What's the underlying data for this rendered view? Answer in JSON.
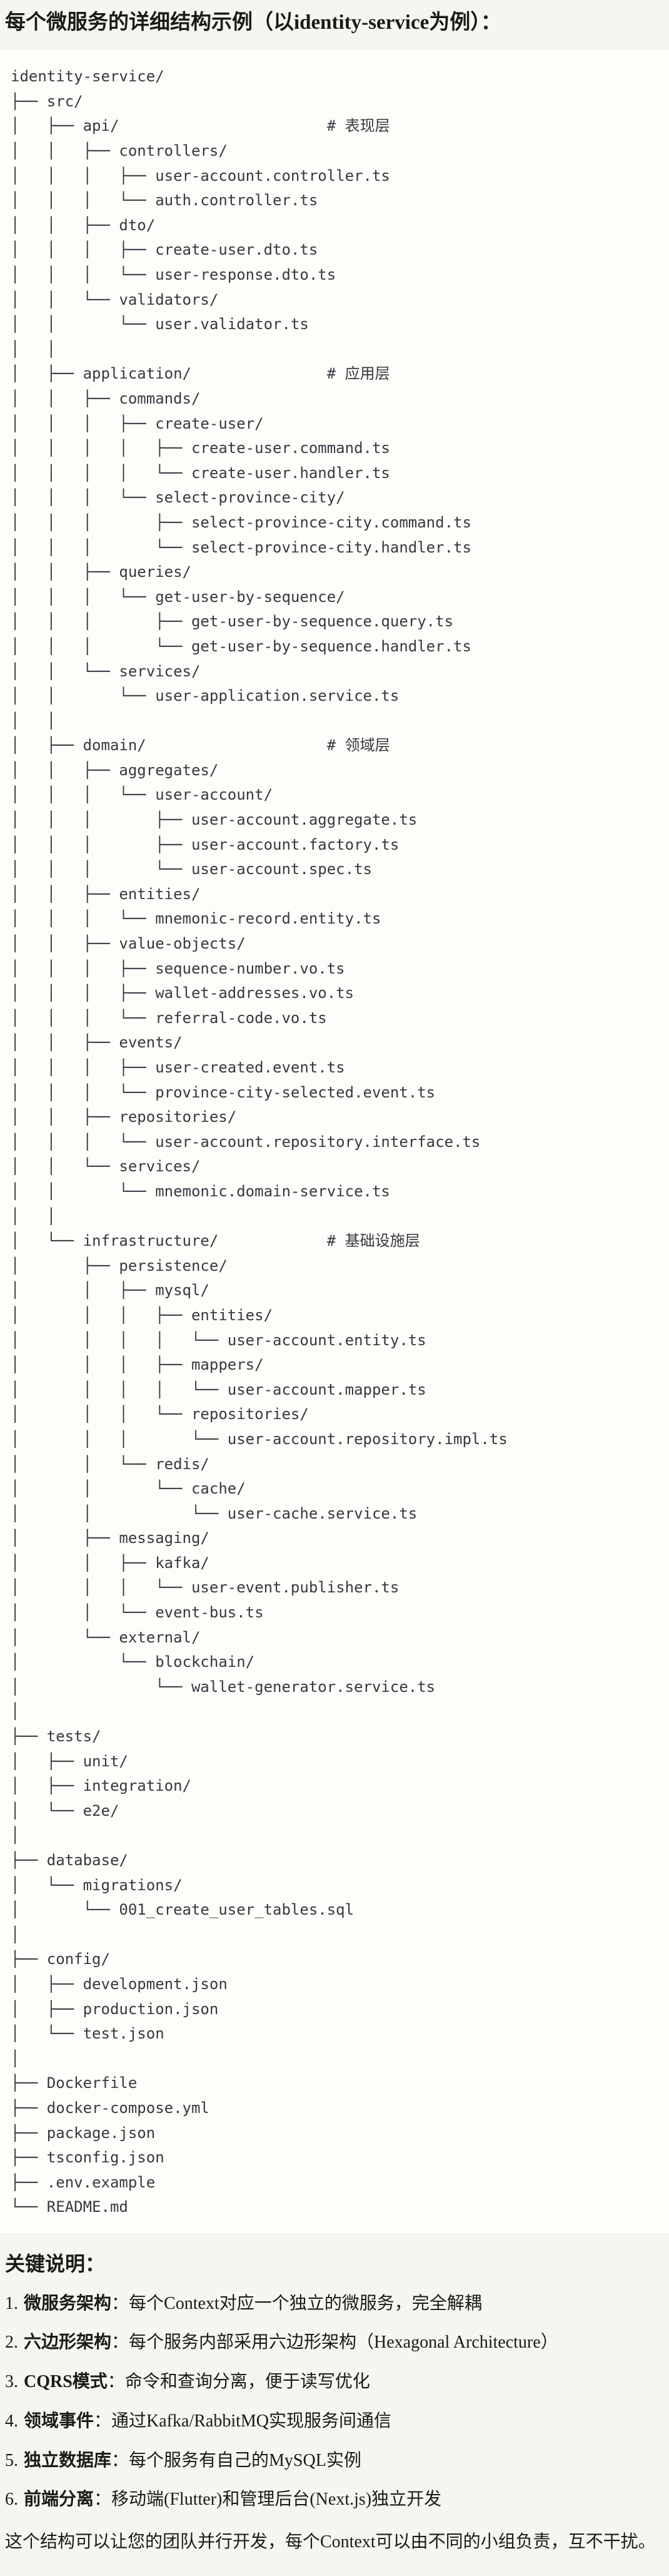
{
  "page": {
    "title": "每个微服务的详细结构示例（以identity-service为例）：",
    "colors": {
      "page_bg": "#f7f5ef",
      "code_bg": "#fdfdfa",
      "code_border": "#e6e4dd",
      "code_text": "#36393f",
      "text": "#1b1a15"
    }
  },
  "code_block": {
    "content_type": "directory-tree",
    "root": "identity-service/",
    "layer_comments": [
      "# 表现层",
      "# 应用层",
      "# 领域层",
      "# 基础设施层"
    ],
    "lines": [
      "identity-service/",
      "├── src/",
      "│   ├── api/                       # 表现层",
      "│   │   ├── controllers/",
      "│   │   │   ├── user-account.controller.ts",
      "│   │   │   └── auth.controller.ts",
      "│   │   ├── dto/",
      "│   │   │   ├── create-user.dto.ts",
      "│   │   │   └── user-response.dto.ts",
      "│   │   └── validators/",
      "│   │       └── user.validator.ts",
      "│   │",
      "│   ├── application/               # 应用层",
      "│   │   ├── commands/",
      "│   │   │   ├── create-user/",
      "│   │   │   │   ├── create-user.command.ts",
      "│   │   │   │   └── create-user.handler.ts",
      "│   │   │   └── select-province-city/",
      "│   │   │       ├── select-province-city.command.ts",
      "│   │   │       └── select-province-city.handler.ts",
      "│   │   ├── queries/",
      "│   │   │   └── get-user-by-sequence/",
      "│   │   │       ├── get-user-by-sequence.query.ts",
      "│   │   │       └── get-user-by-sequence.handler.ts",
      "│   │   └── services/",
      "│   │       └── user-application.service.ts",
      "│   │",
      "│   ├── domain/                    # 领域层",
      "│   │   ├── aggregates/",
      "│   │   │   └── user-account/",
      "│   │   │       ├── user-account.aggregate.ts",
      "│   │   │       ├── user-account.factory.ts",
      "│   │   │       └── user-account.spec.ts",
      "│   │   ├── entities/",
      "│   │   │   └── mnemonic-record.entity.ts",
      "│   │   ├── value-objects/",
      "│   │   │   ├── sequence-number.vo.ts",
      "│   │   │   ├── wallet-addresses.vo.ts",
      "│   │   │   └── referral-code.vo.ts",
      "│   │   ├── events/",
      "│   │   │   ├── user-created.event.ts",
      "│   │   │   └── province-city-selected.event.ts",
      "│   │   ├── repositories/",
      "│   │   │   └── user-account.repository.interface.ts",
      "│   │   └── services/",
      "│   │       └── mnemonic.domain-service.ts",
      "│   │",
      "│   └── infrastructure/            # 基础设施层",
      "│       ├── persistence/",
      "│       │   ├── mysql/",
      "│       │   │   ├── entities/",
      "│       │   │   │   └── user-account.entity.ts",
      "│       │   │   ├── mappers/",
      "│       │   │   │   └── user-account.mapper.ts",
      "│       │   │   └── repositories/",
      "│       │   │       └── user-account.repository.impl.ts",
      "│       │   └── redis/",
      "│       │       └── cache/",
      "│       │           └── user-cache.service.ts",
      "│       ├── messaging/",
      "│       │   ├── kafka/",
      "│       │   │   └── user-event.publisher.ts",
      "│       │   └── event-bus.ts",
      "│       └── external/",
      "│           └── blockchain/",
      "│               └── wallet-generator.service.ts",
      "│",
      "├── tests/",
      "│   ├── unit/",
      "│   ├── integration/",
      "│   └── e2e/",
      "│",
      "├── database/",
      "│   └── migrations/",
      "│       └── 001_create_user_tables.sql",
      "│",
      "├── config/",
      "│   ├── development.json",
      "│   ├── production.json",
      "│   └── test.json",
      "│",
      "├── Dockerfile",
      "├── docker-compose.yml",
      "├── package.json",
      "├── tsconfig.json",
      "├── .env.example",
      "└── README.md"
    ]
  },
  "notes": {
    "heading": "关键说明：",
    "colon": "：",
    "items": [
      {
        "num": "1.",
        "term": "微服务架构",
        "desc": "每个Context对应一个独立的微服务，完全解耦"
      },
      {
        "num": "2.",
        "term": "六边形架构",
        "desc": "每个服务内部采用六边形架构（Hexagonal Architecture）"
      },
      {
        "num": "3.",
        "term": "CQRS模式",
        "desc": "命令和查询分离，便于读写优化"
      },
      {
        "num": "4.",
        "term": "领域事件",
        "desc": "通过Kafka/RabbitMQ实现服务间通信"
      },
      {
        "num": "5.",
        "term": "独立数据库",
        "desc": "每个服务有自己的MySQL实例"
      },
      {
        "num": "6.",
        "term": "前端分离",
        "desc": "移动端(Flutter)和管理后台(Next.js)独立开发"
      }
    ],
    "footer": "这个结构可以让您的团队并行开发，每个Context可以由不同的小组负责，互不干扰。"
  }
}
